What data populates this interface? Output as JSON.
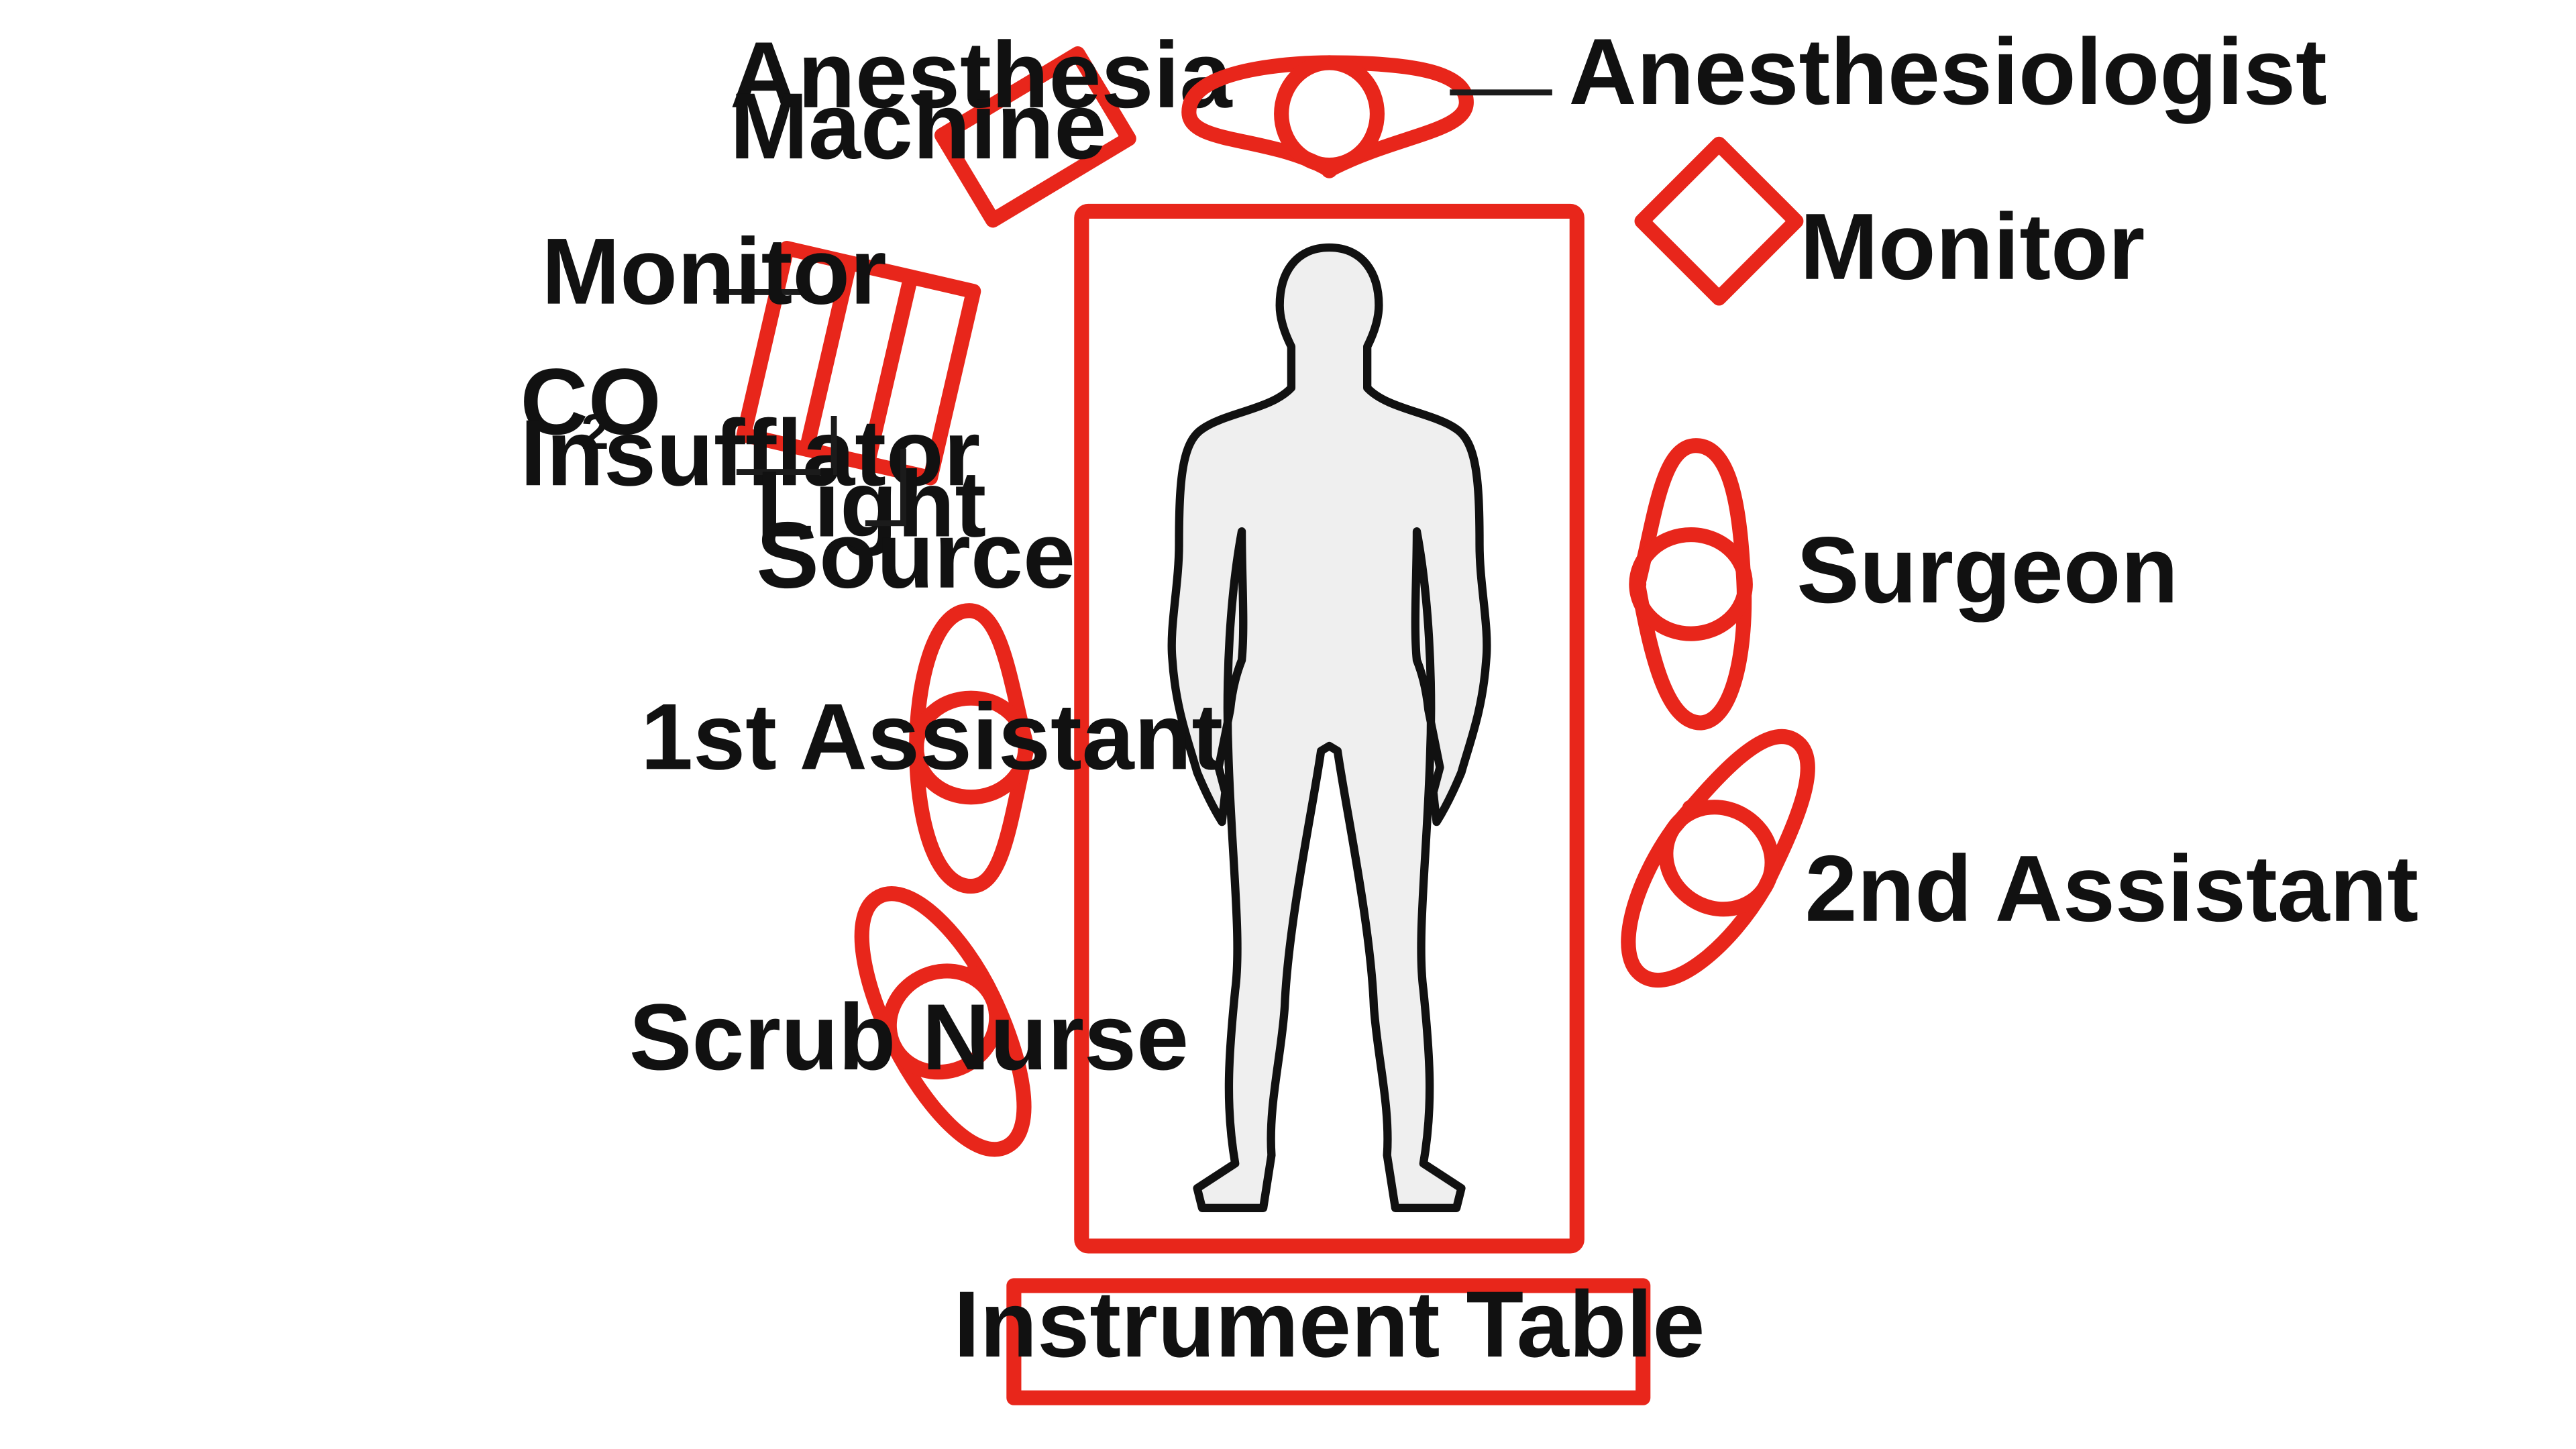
{
  "labels": {
    "anesthesia_machine": [
      "Anesthesia",
      "Machine"
    ],
    "anesthesiologist": "Anesthesiologist",
    "monitor_left": "Monitor",
    "monitor_right": "Monitor",
    "co2_main": "CO",
    "co2_sub": "2",
    "insufflator": "Insufflator",
    "light_source": [
      "Light",
      "Source"
    ],
    "surgeon": "Surgeon",
    "first_assistant": "1st Assistant",
    "second_assistant": "2nd Assistant",
    "scrub_nurse": "Scrub Nurse",
    "instrument_table": "Instrument Table"
  },
  "colors": {
    "accent": "#e8261b",
    "text": "#111111",
    "body_fill": "#efefef",
    "background": "#ffffff"
  }
}
